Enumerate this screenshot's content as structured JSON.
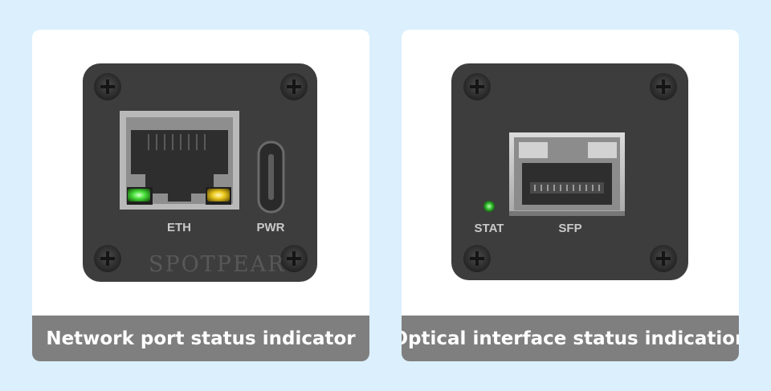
{
  "cards": [
    {
      "caption": "Network port status indicator",
      "photo": {
        "port_labels": [
          "ETH",
          "PWR"
        ],
        "leds": [
          {
            "name": "link-led",
            "color": "#3fdc3a"
          },
          {
            "name": "activity-led",
            "color": "#e6c51d"
          }
        ],
        "watermark": "SPOTPEAR"
      }
    },
    {
      "caption": "Optical interface status indication",
      "photo": {
        "port_labels": [
          "STAT",
          "SFP"
        ],
        "leds": [
          {
            "name": "stat-led",
            "color": "#2fb52b"
          }
        ]
      }
    }
  ],
  "colors": {
    "background": "#dbf0fc",
    "card": "#ffffff",
    "caption_bar": "#7f7f7f",
    "device_body": "#3d3d3d"
  }
}
